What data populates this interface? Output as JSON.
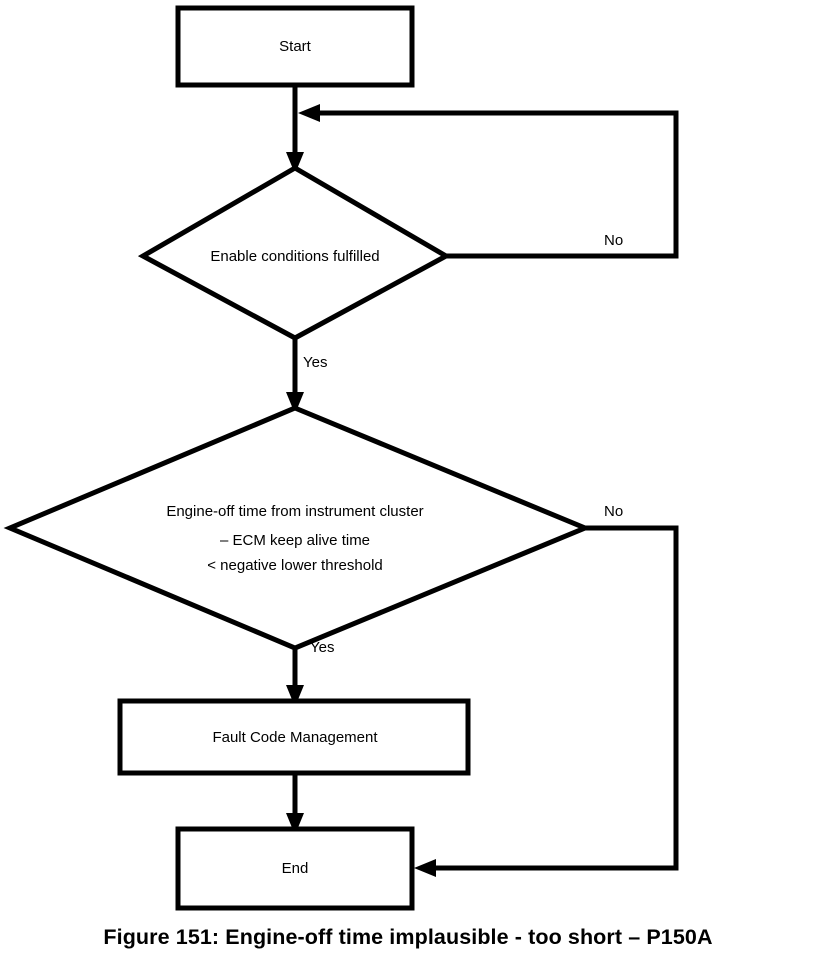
{
  "figure": {
    "caption": "Figure 151: Engine-off time implausible - too short – P150A",
    "colors": {
      "background": "#ffffff",
      "stroke": "#000000",
      "text": "#000000"
    }
  },
  "chart_data": {
    "type": "diagram",
    "title": "Figure 151: Engine-off time implausible - too short – P150A",
    "nodes": [
      {
        "id": "start",
        "shape": "rectangle",
        "label": "Start"
      },
      {
        "id": "enable",
        "shape": "diamond",
        "label": "Enable conditions fulfilled"
      },
      {
        "id": "compare",
        "shape": "diamond",
        "label_line1": "Engine-off time from instrument cluster",
        "label_line2": "– ECM keep alive time",
        "label_line3": "< negative lower threshold"
      },
      {
        "id": "fault",
        "shape": "rectangle",
        "label": "Fault Code Management"
      },
      {
        "id": "end",
        "shape": "rectangle",
        "label": "End"
      }
    ],
    "edges": [
      {
        "from": "start",
        "to": "enable",
        "label": ""
      },
      {
        "from": "enable",
        "to": "enable",
        "label": "No"
      },
      {
        "from": "enable",
        "to": "compare",
        "label": "Yes"
      },
      {
        "from": "compare",
        "to": "fault",
        "label": "Yes"
      },
      {
        "from": "compare",
        "to": "end",
        "label": "No"
      },
      {
        "from": "fault",
        "to": "end",
        "label": ""
      }
    ]
  },
  "nodes": {
    "start": {
      "label": "Start"
    },
    "enable_decision": {
      "label": "Enable conditions fulfilled"
    },
    "compare_decision": {
      "line1": "Engine-off time from instrument cluster",
      "line2": "– ECM keep alive time",
      "line3": "< negative lower threshold"
    },
    "fault_code": {
      "label": "Fault Code Management"
    },
    "end": {
      "label": "End"
    }
  },
  "edge_labels": {
    "enable_no": "No",
    "enable_yes": "Yes",
    "compare_no": "No",
    "compare_yes": "Yes"
  }
}
